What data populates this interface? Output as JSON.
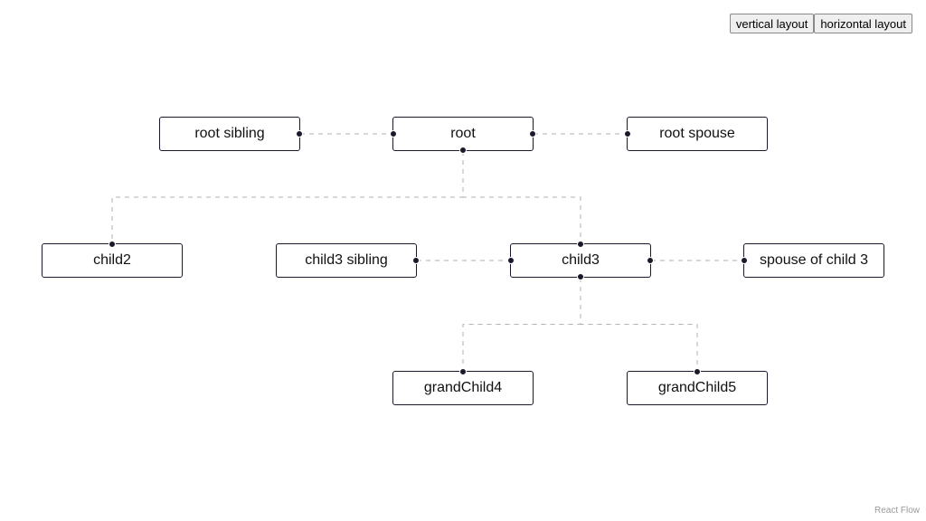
{
  "controls": {
    "vertical_label": "vertical layout",
    "horizontal_label": "horizontal layout"
  },
  "nodes": {
    "root_sibling": "root sibling",
    "root": "root",
    "root_spouse": "root spouse",
    "child2": "child2",
    "child3_sibling": "child3 sibling",
    "child3": "child3",
    "child3_spouse": "spouse of child 3",
    "grandchild4": "grandChild4",
    "grandchild5": "grandChild5"
  },
  "edges": [
    {
      "from": "root_sibling",
      "to": "root",
      "type": "sibling"
    },
    {
      "from": "root",
      "to": "root_spouse",
      "type": "spouse"
    },
    {
      "from": "root",
      "to": "child2",
      "type": "child"
    },
    {
      "from": "root",
      "to": "child3",
      "type": "child"
    },
    {
      "from": "child3_sibling",
      "to": "child3",
      "type": "sibling"
    },
    {
      "from": "child3",
      "to": "child3_spouse",
      "type": "spouse"
    },
    {
      "from": "child3",
      "to": "grandchild4",
      "type": "child"
    },
    {
      "from": "child3",
      "to": "grandchild5",
      "type": "child"
    }
  ],
  "colors": {
    "edge": "#b1b1b7",
    "node_border": "#1a192b",
    "handle": "#1a192b"
  },
  "attribution": "React Flow"
}
